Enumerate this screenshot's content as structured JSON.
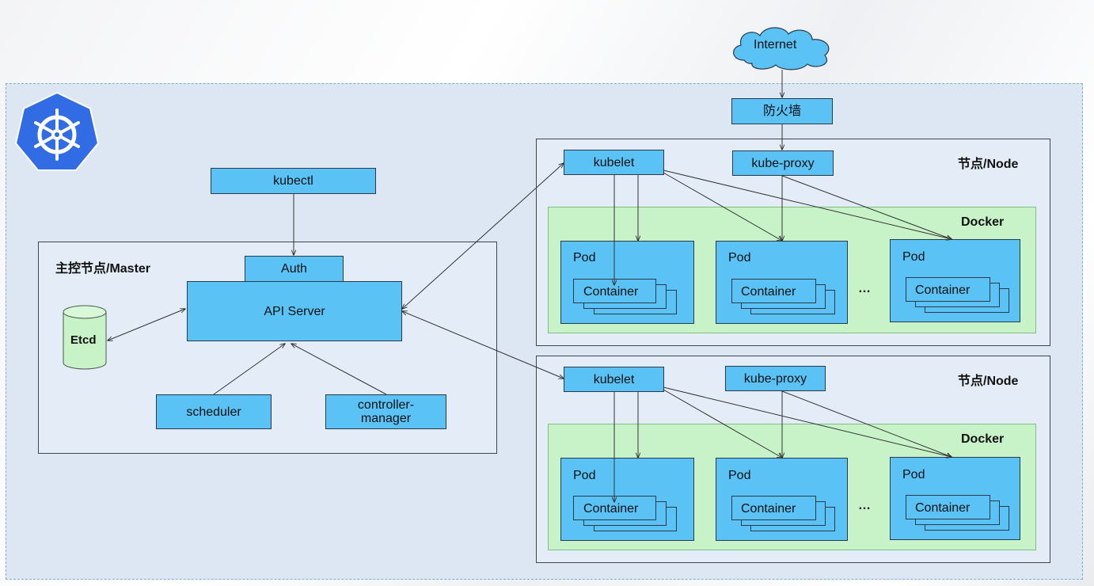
{
  "internet": "Internet",
  "firewall": "防火墙",
  "kubectl": "kubectl",
  "master": {
    "title": "主控节点/Master",
    "auth": "Auth",
    "api_server": "API Server",
    "etcd": "Etcd",
    "scheduler": "scheduler",
    "controller_manager": "controller-\nmanager"
  },
  "node_top": {
    "title": "节点/Node",
    "kubelet": "kubelet",
    "kube_proxy": "kube-proxy",
    "docker": "Docker",
    "pod": "Pod",
    "container": "Container",
    "ellipsis": "…"
  },
  "node_bottom": {
    "title": "节点/Node",
    "kubelet": "kubelet",
    "kube_proxy": "kube-proxy",
    "docker": "Docker",
    "pod": "Pod",
    "container": "Container",
    "ellipsis": "…"
  },
  "colors": {
    "component": "#5bc2f6",
    "docker": "#c8f3c8",
    "frame": "#dce7f3",
    "logo": "#326ce5",
    "etcd": "#c8f3c8"
  }
}
